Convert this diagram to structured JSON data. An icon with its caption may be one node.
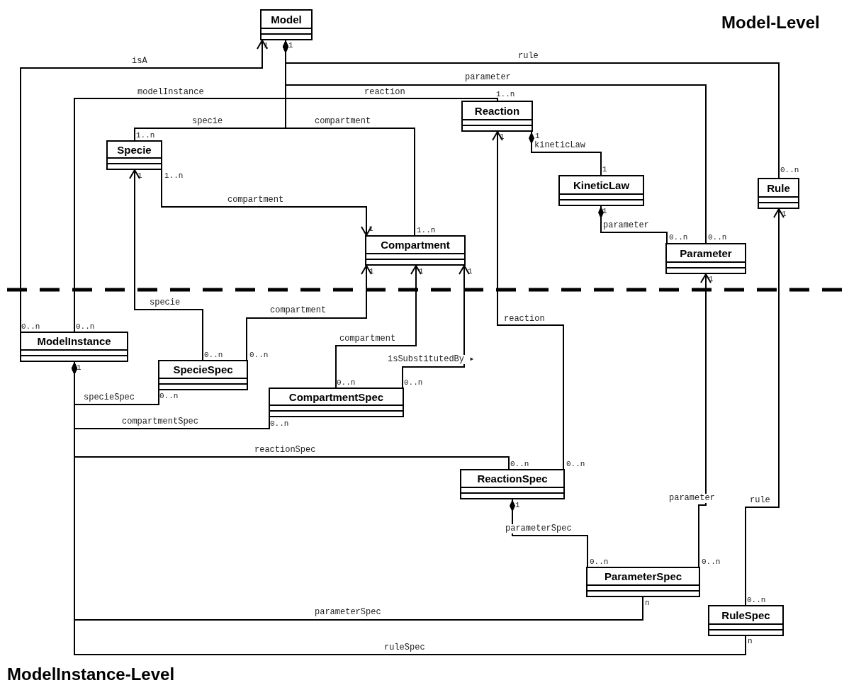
{
  "diagram": {
    "nodes": [
      {
        "text": [
          "Model"
        ]
      },
      {
        "text": [
          "Reaction"
        ]
      },
      {
        "text": [
          "Specie"
        ]
      },
      {
        "text": [
          "KineticLaw"
        ]
      },
      {
        "text": [
          "Rule"
        ]
      },
      {
        "text": [
          "Compartment"
        ]
      },
      {
        "text": [
          "Parameter"
        ]
      },
      {
        "text": [
          "ModelInstance"
        ]
      },
      {
        "text": [
          "SpecieSpec"
        ]
      },
      {
        "text": [
          "CompartmentSpec"
        ]
      },
      {
        "text": [
          "ReactionSpec"
        ]
      },
      {
        "text": [
          "ParameterSpec"
        ]
      },
      {
        "text": [
          "RuleSpec"
        ]
      }
    ],
    "edges": [
      {
        "from": 0,
        "to": 2,
        "arrow": "other",
        "label": "specie"
      },
      {
        "from": 0,
        "to": 5,
        "arrow": "other",
        "label": "compartment"
      },
      {
        "from": 0,
        "to": 1,
        "arrow": "other",
        "label": "reaction"
      },
      {
        "from": 0,
        "to": 6,
        "arrow": "other",
        "label": "parameter"
      },
      {
        "from": 0,
        "to": 4,
        "arrow": "other",
        "label": "rule"
      },
      {
        "from": 0,
        "to": 7,
        "arrow": "other",
        "label": "modelInstance"
      },
      {
        "from": 7,
        "to": 0,
        "arrow": "to",
        "label": "isA"
      },
      {
        "from": 1,
        "to": 3,
        "arrow": "other",
        "label": "kineticLaw"
      },
      {
        "from": 3,
        "to": 6,
        "arrow": "other",
        "label": "parameter"
      },
      {
        "from": 2,
        "to": 5,
        "arrow": "to",
        "label": "compartment"
      },
      {
        "from": 8,
        "to": 2,
        "arrow": "to",
        "label": "specie"
      },
      {
        "from": 8,
        "to": 5,
        "arrow": "to",
        "label": "compartment"
      },
      {
        "from": 9,
        "to": 5,
        "arrow": "to",
        "label": "compartment"
      },
      {
        "from": 9,
        "to": 5,
        "arrow": "to",
        "label": "isSubstitutedBy ▸"
      },
      {
        "from": 10,
        "to": 1,
        "arrow": "to",
        "label": "reaction"
      },
      {
        "from": 7,
        "to": 8,
        "arrow": "other",
        "label": "specieSpec"
      },
      {
        "from": 7,
        "to": 9,
        "arrow": "other",
        "label": "compartmentSpec"
      },
      {
        "from": 7,
        "to": 10,
        "arrow": "other",
        "label": "reactionSpec"
      },
      {
        "from": 7,
        "to": 11,
        "arrow": "other",
        "label": "parameterSpec"
      },
      {
        "from": 7,
        "to": 12,
        "arrow": "other",
        "label": "ruleSpec"
      },
      {
        "from": 10,
        "to": 11,
        "arrow": "other",
        "label": "parameterSpec"
      },
      {
        "from": 11,
        "to": 6,
        "arrow": "to",
        "label": "parameter"
      },
      {
        "from": 12,
        "to": 4,
        "arrow": "to",
        "label": "rule"
      }
    ],
    "labels": [
      "Model-Level",
      "1",
      "1",
      "1..n",
      "1..n",
      "1",
      "1..n",
      "1",
      "1",
      "0..n",
      "1",
      "1",
      "1..n",
      "0..n",
      "0..n",
      "1",
      "1",
      "1",
      "1",
      "1",
      "1",
      "0..n",
      "0..n",
      "0..n",
      "0..n",
      "1",
      "0..n",
      "0..n",
      "0..n",
      "0..n",
      "0..n",
      "0..n",
      "1",
      "0..n",
      "0..n",
      "n",
      "0..n",
      "n",
      "ModelInstance-Level"
    ]
  }
}
